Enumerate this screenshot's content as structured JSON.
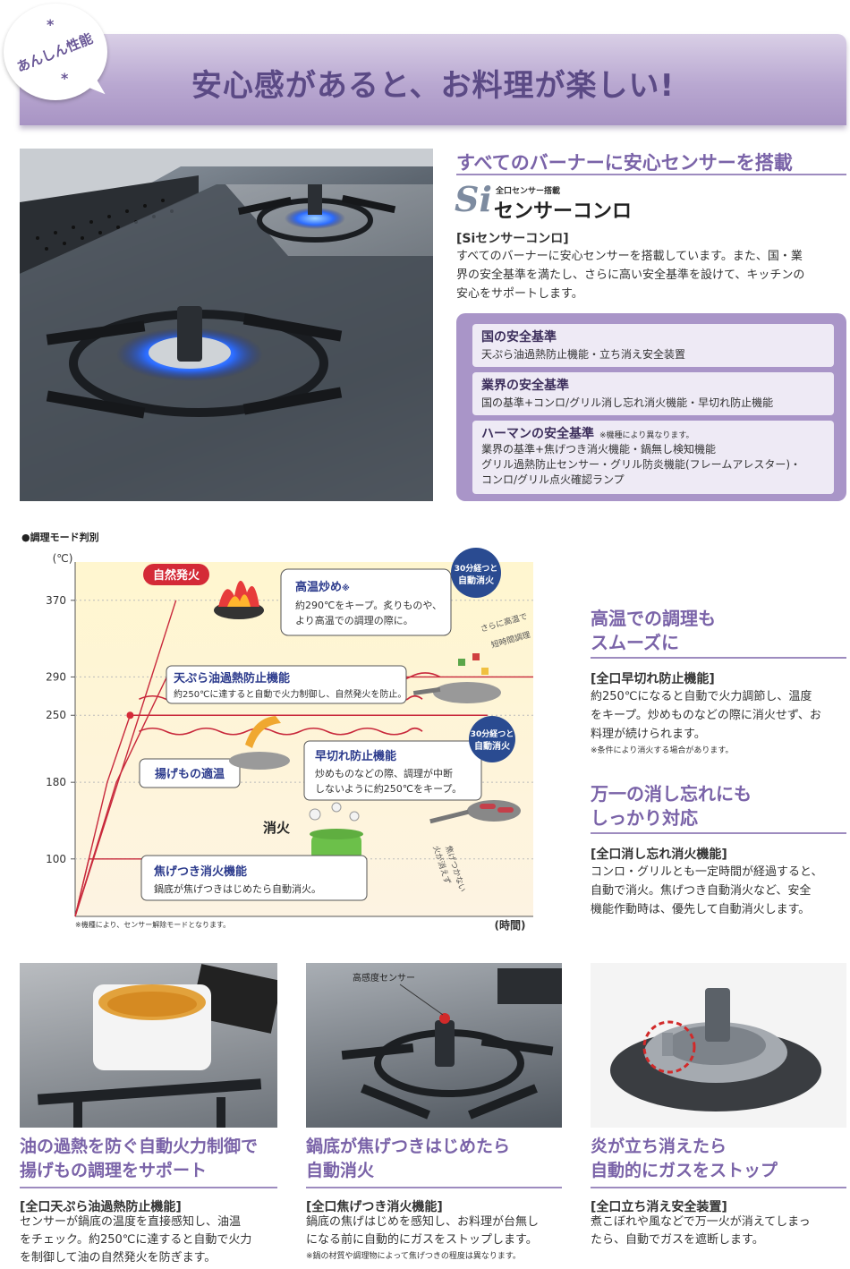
{
  "header": {
    "badge": "あんしん性能",
    "star": "*",
    "title": "安心感があると、お料理が楽しい!"
  },
  "intro": {
    "heading": "すべてのバーナーに安心センサーを搭載",
    "logo_mark": "Si",
    "logo_small": "全口センサー搭載",
    "logo_name": "センサーコンロ",
    "label": "[Siセンサーコンロ]",
    "body_lines": [
      "すべてのバーナーに安心センサーを搭載しています。また、国・業",
      "界の安全基準を満たし、さらに高い安全基準を設けて、キッチンの",
      "安心をサポートします。"
    ]
  },
  "standards": [
    {
      "title": "国の安全基準",
      "note": "",
      "lines": [
        "天ぷら油過熱防止機能・立ち消え安全装置"
      ]
    },
    {
      "title": "業界の安全基準",
      "note": "",
      "lines": [
        "国の基準+コンロ/グリル消し忘れ消火機能・早切れ防止機能"
      ]
    },
    {
      "title": "ハーマンの安全基準",
      "note": "※機種により異なります。",
      "lines": [
        "業界の基準+焦げつき消火機能・鍋無し検知機能",
        "グリル過熱防止センサー・グリル防炎機能(フレームアレスター)・",
        "コンロ/グリル点火確認ランプ"
      ]
    }
  ],
  "chart": {
    "section_title": "●調理モード判別",
    "footnote": "※機種により、センサー解除モードとなります。",
    "labels": {
      "auto_ignition": "自然発火",
      "high_temp_title": "高温炒め",
      "high_temp_mark": "※",
      "high_temp_lines": [
        "約290℃をキープ。炙りものや、",
        "より高温での調理の際に。"
      ],
      "tempura_title": "天ぷら油過熱防止機能",
      "tempura_line": "約250℃に達すると自動で火力制御し、自然発火を防止。",
      "fry": "揚げもの適温",
      "early_cut_title": "早切れ防止機能",
      "early_cut_lines": [
        "炒めものなどの際、調理が中断",
        "しないように約250℃をキープ。"
      ],
      "extinguish": "消火",
      "scorch_title": "焦げつき消火機能",
      "scorch_line": "鍋底が焦げつきはじめたら自動消火。",
      "badge_30min_1": "30分経つと",
      "badge_30min_2": "自動消火",
      "handwrite_1": "さらに高温で",
      "handwrite_2": "短時間調理",
      "handwrite_3": "火が消えず",
      "handwrite_4": "焦げつかない"
    }
  },
  "chart_data": {
    "type": "line",
    "title": "調理モード判別",
    "xlabel": "(時間)",
    "ylabel": "(℃)",
    "y_ticks": [
      100,
      180,
      250,
      290,
      370
    ],
    "ylim": [
      40,
      410
    ],
    "series": [
      {
        "name": "高温炒め",
        "x": [
          0,
          0.9,
          2,
          10
        ],
        "y": [
          40,
          180,
          290,
          290
        ]
      },
      {
        "name": "天ぷら油過熱防止機能",
        "x": [
          0,
          0.7,
          1.2,
          9
        ],
        "y": [
          40,
          180,
          250,
          250
        ]
      },
      {
        "name": "焦げつき消火機能",
        "x": [
          0,
          0.3,
          1.2,
          5.5,
          5.5
        ],
        "y": [
          40,
          100,
          100,
          100,
          80
        ]
      },
      {
        "name": "自然発火",
        "x": [
          0,
          2.2
        ],
        "y": [
          40,
          370
        ]
      }
    ]
  },
  "mid_right": [
    {
      "heading_lines": [
        "高温での調理も",
        "スムーズに"
      ],
      "label": "[全口早切れ防止機能]",
      "body_lines": [
        "約250℃になると自動で火力調節し、温度",
        "をキープ。炒めものなどの際に消火せず、お",
        "料理が続けられます。"
      ],
      "note": "※条件により消火する場合があります。"
    },
    {
      "heading_lines": [
        "万一の消し忘れにも",
        "しっかり対応"
      ],
      "label": "[全口消し忘れ消火機能]",
      "body_lines": [
        "コンロ・グリルとも一定時間が経過すると、",
        "自動で消火。焦げつき自動消火など、安全",
        "機能作動時は、優先して自動消火します。"
      ],
      "note": ""
    }
  ],
  "bottom": [
    {
      "heading_lines": [
        "油の過熱を防ぐ自動火力制御で",
        "揚げもの調理をサポート"
      ],
      "label": "[全口天ぷら油過熱防止機能]",
      "body_lines": [
        "センサーが鍋底の温度を直接感知し、油温",
        "をチェック。約250℃に達すると自動で火力",
        "を制御して油の自然発火を防ぎます。"
      ],
      "note": "",
      "photo_caption": ""
    },
    {
      "heading_lines": [
        "鍋底が焦げつきはじめたら",
        "自動消火"
      ],
      "label": "[全口焦げつき消火機能]",
      "body_lines": [
        "鍋底の焦げはじめを感知し、お料理が台無し",
        "になる前に自動的にガスをストップします。"
      ],
      "note": "※鍋の材質や調理物によって焦げつきの程度は異なります。",
      "photo_caption": "高感度センサー"
    },
    {
      "heading_lines": [
        "炎が立ち消えたら",
        "自動的にガスをストップ"
      ],
      "label": "[全口立ち消え安全装置]",
      "body_lines": [
        "煮こぼれや風などで万一火が消えてしまっ",
        "たら、自動でガスを遮断します。"
      ],
      "note": "",
      "photo_caption": ""
    }
  ]
}
